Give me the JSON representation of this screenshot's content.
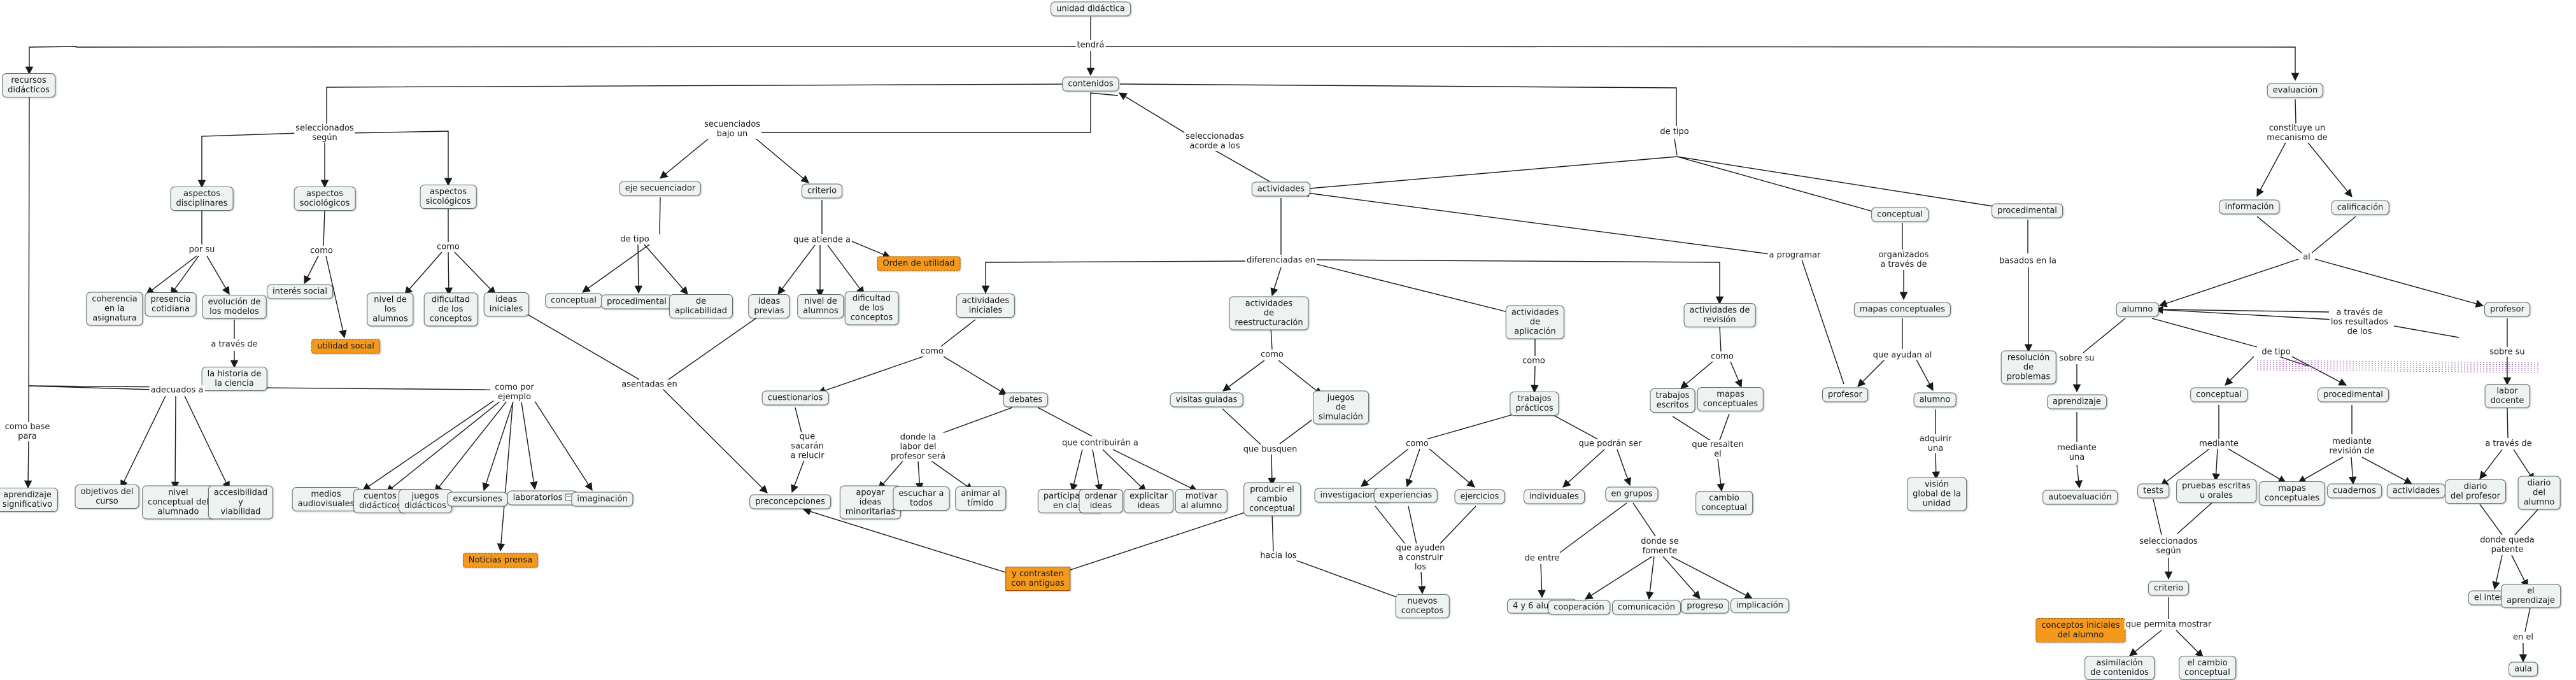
{
  "concept_map": {
    "nodes": {
      "unidad": "unidad didáctica",
      "contenidos": "contenidos",
      "recursos": "recursos\ndidácticos",
      "evaluacion": "evaluación",
      "asp_disc": "aspectos\ndisciplinares",
      "asp_soc": "aspectos\nsociológicos",
      "asp_sic": "aspectos\nsicológicos",
      "coherencia": "coherencia\nen la\nasignatura",
      "presencia": "presencia\ncotidiana",
      "evolucion_modelos": "evolución de\nlos modelos",
      "historia_ciencia": "la historia de\nla ciencia",
      "interes_social": "interés social",
      "utilidad_social": "utilidad social",
      "nivel_alumnos_sic": "nivel de\nlos\nalumnos",
      "dificultad_conceptos_sic": "dificultad\nde los\nconceptos",
      "ideas_iniciales_n": "ideas\niniciales",
      "eje_secuenciador": "eje secuenciador",
      "criterio_sec": "criterio",
      "conceptual_eje": "conceptual",
      "procedimental_eje": "procedimental",
      "aplicabilidad": "de\naplicabilidad",
      "ideas_previas": "ideas\nprevias",
      "nivel_alumnos_crit": "nivel de\nalumnos",
      "dificultad_conceptos_crit": "dificultad\nde los\nconceptos",
      "orden_utilidad": "Orden de utilidad",
      "actividades": "actividades",
      "act_iniciales": "actividades\niniciales",
      "act_reestructuracion": "actividades\nde\nreestructuración",
      "act_aplicacion": "actividades\nde\naplicación",
      "act_revision": "actividades de\nrevisión",
      "conceptual_act": "conceptual",
      "procedimental_act": "procedimental",
      "mapas_conceptuales_top": "mapas conceptuales",
      "resolucion_problemas": "resolución\nde\nproblemas",
      "profesor_mapas": "profesor",
      "alumno_mapas": "alumno",
      "vision_global": "visión\nglobal de la\nunidad",
      "cuestionarios": "cuestionarios",
      "debates": "debates",
      "visitas_guiadas": "visitas guiadas",
      "juegos_simulacion": "juegos\nde\nsimulación",
      "producir_cambio": "producir el\ncambio\nconceptual",
      "trabajos_practicos": "trabajos\nprácticos",
      "trabajos_escritos": "trabajos\nescritos",
      "mapas_conceptuales_rev": "mapas\nconceptuales",
      "cambio_conceptual_rev": "cambio\nconceptual",
      "apoyar_ideas": "apoyar\nideas\nminoritarias",
      "escuchar_todos": "escuchar a\ntodos",
      "animar_timido": "animar al\ntímido",
      "participacion_clase": "participación\nen clase",
      "ordenar_ideas": "ordenar\nideas",
      "explicitar_ideas": "explicitar\nideas",
      "motivar_alumno": "motivar\nal alumno",
      "investigaciones": "investigaciones",
      "experiencias": "experiencias",
      "ejercicios": "ejercicios",
      "individuales": "individuales",
      "en_grupos": "en grupos",
      "nuevos_conceptos": "nuevos\nconceptos",
      "cuatro_seis": "4 y 6 alumnos",
      "cooperacion": "cooperación",
      "comunicacion": "comunicación",
      "progreso": "progreso",
      "implicacion": "implicación",
      "preconcepciones": "preconcepciones",
      "contrasten": "y contrasten\ncon antiguas",
      "aprendizaje_significativo": "aprendizaje\nsignificativo",
      "objetivos_curso": "objetivos del\ncurso",
      "nivel_conceptual": "nivel\nconceptual del\nalumnado",
      "accesibilidad": "accesibilidad\ny\nviabilidad",
      "medios_audiovisuales": "medios\naudiovisuales",
      "cuentos": "cuentos\ndidácticos",
      "juegos_didacticos": "juegos\ndidácticos",
      "excursiones": "excursiones",
      "laboratorios": "laboratorios",
      "imaginacion": "imaginación",
      "noticias_prensa": "Noticias prensa",
      "informacion": "información",
      "calificacion": "calificación",
      "alumno_eval": "alumno",
      "profesor_eval": "profesor",
      "aprendizaje": "aprendizaje",
      "autoevaluacion": "autoevaluación",
      "conceptual_eval": "conceptual",
      "procedimental_eval": "procedimental",
      "labor_docente": "labor\ndocente",
      "tests": "tests",
      "pruebas_escritas": "pruebas escritas\nu orales",
      "mapas_conceptuales_eval": "mapas\nconceptuales",
      "cuadernos": "cuadernos",
      "actividades_eval": "actividades",
      "diario_profesor": "diario\ndel profesor",
      "diario_alumno": "diario\ndel\nalumno",
      "criterio_eval": "criterio",
      "el_interes": "el interés",
      "el_aprendizaje": "el aprendizaje",
      "conceptos_iniciales_alumno": "conceptos iniciales\ndel alumno",
      "asimilacion": "asimilación\nde contenidos",
      "cambio_conceptual_eval": "el cambio\nconceptual",
      "aula": "aula"
    },
    "links": {
      "tendra": "tendrá",
      "seleccionados_segun": "seleccionados\nsegún",
      "secuenciados_bajo_un": "secuenciados\nbajo un",
      "seleccionadas_acorde": "seleccionadas\nacorde a los",
      "de_tipo_act": "de tipo",
      "por_su": "por su",
      "a_traves_de_hist": "a través de",
      "como_soc": "como",
      "como_sic": "como",
      "de_tipo_eje": "de tipo",
      "que_atiende_a": "que atiende a",
      "diferenciadas_en": "diferenciadas en",
      "a_programar": "a programar",
      "organizados_traves": "organizados\na través de",
      "basados_en_la": "basados en la",
      "que_ayudan_al": "que ayudan al",
      "adquirir_una": "adquirir\nuna",
      "como_ini": "como",
      "como_reest": "como",
      "como_aplic": "como",
      "como_rev": "como",
      "que_sacaran": "que\nsacarán\na relucir",
      "donde_labor": "donde la\nlabor del\nprofesor será",
      "que_contribuiran": "que contribuirán a",
      "que_busquen": "que busquen",
      "hacia_los": "hacia los",
      "como_trab": "como",
      "que_podran_ser": "que podrán ser",
      "que_ayuden_construir": "que ayuden\na construir\nlos",
      "de_entre": "de entre",
      "donde_se_fomente": "donde se\nfomente",
      "que_resalten_el": "que resalten\nel",
      "asentadas_en": "asentadas en",
      "como_base_para": "como base\npara",
      "adecuados_a": "adecuados a",
      "como_por_ejemplo": "como por\nejemplo",
      "constituye_mecanismo": "constituye un\nmecanismo de",
      "al": "al",
      "a_traves_resultados": "a través de\nlos resultados\nde los",
      "sobre_su_alumno": "sobre su",
      "de_tipo_eval": "de tipo",
      "sobre_su_prof": "sobre su",
      "mediante_una": "mediante\nuna",
      "mediante_eval": "mediante",
      "mediante_revision": "mediante\nrevisión de",
      "a_traves_de_labor": "a través de",
      "seleccionados_segun_eval": "seleccionados\nsegún",
      "donde_queda_patente": "donde queda\npatente",
      "que_permita_mostrar": "que permita mostrar",
      "en_el": "en el"
    }
  },
  "colors": {
    "node_fill": "#eef2f1",
    "node_border": "#5e6d6d",
    "highlight_fill": "#f39a1e",
    "edge": "#1a1a1a"
  },
  "icons": {
    "laboratorios": "map-indicator-icon"
  }
}
